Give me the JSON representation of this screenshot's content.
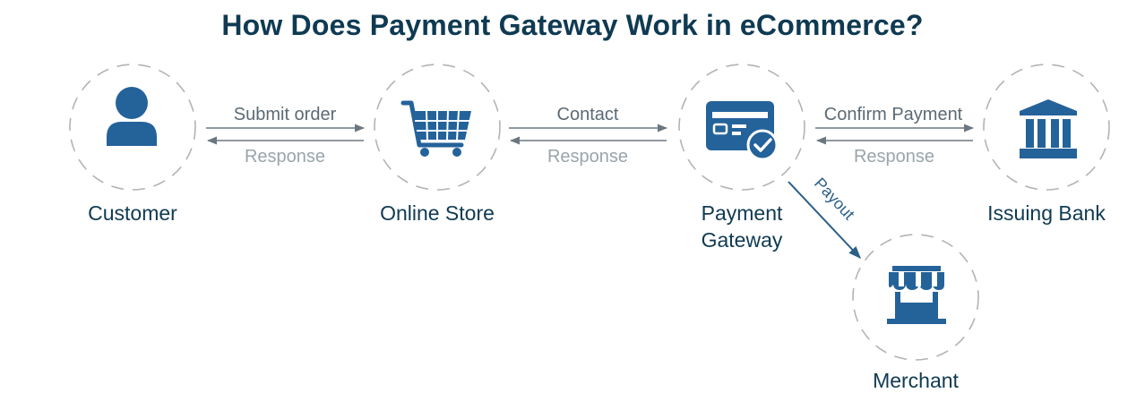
{
  "title": "How Does Payment Gateway Work in eCommerce?",
  "colors": {
    "title": "#0f3a52",
    "icon": "#24629a",
    "node_label": "#0f3a52",
    "arrow": "#6b7780",
    "arrow_label_forward": "#5c6a74",
    "arrow_label_return": "#9aa4ab",
    "payout": "#2a5f88",
    "circle_dash": "#b3b3b3"
  },
  "nodes": {
    "customer": {
      "label": "Customer",
      "icon": "user-icon"
    },
    "online_store": {
      "label": "Online Store",
      "icon": "shopping-cart-icon"
    },
    "payment_gateway": {
      "label_line1": "Payment",
      "label_line2": "Gateway",
      "icon": "payment-card-check-icon"
    },
    "issuing_bank": {
      "label": "Issuing Bank",
      "icon": "bank-icon"
    },
    "merchant": {
      "label": "Merchant",
      "icon": "storefront-icon"
    }
  },
  "links": {
    "customer_store": {
      "forward": "Submit order",
      "back": "Response"
    },
    "store_gateway": {
      "forward": "Contact",
      "back": "Response"
    },
    "gateway_bank": {
      "forward": "Confirm Payment",
      "back": "Response"
    },
    "gateway_merchant": {
      "label": "Payout"
    }
  }
}
